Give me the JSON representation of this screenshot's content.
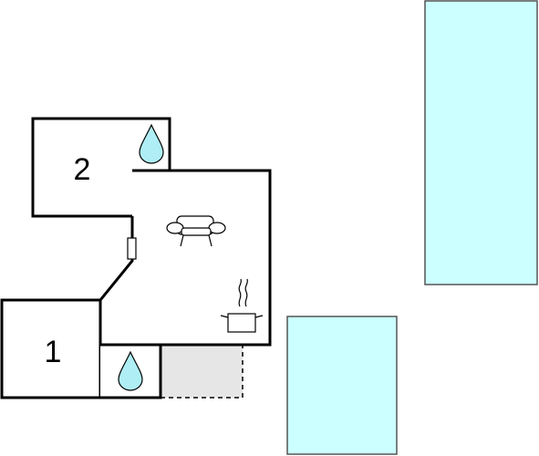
{
  "floorplan": {
    "rooms": [
      {
        "id": "bedroom-2",
        "label": "2"
      },
      {
        "id": "bedroom-1",
        "label": "1"
      }
    ],
    "icons": [
      "water-drop-icon",
      "water-drop-icon",
      "sofa-icon",
      "cooking-pot-icon",
      "door-icon"
    ],
    "colors": {
      "wall": "#000000",
      "pool": "#ccffff",
      "pool_border": "#555555",
      "terrace": "#e6e6e6",
      "drop": "#aeeef4",
      "background": "#ffffff"
    }
  }
}
